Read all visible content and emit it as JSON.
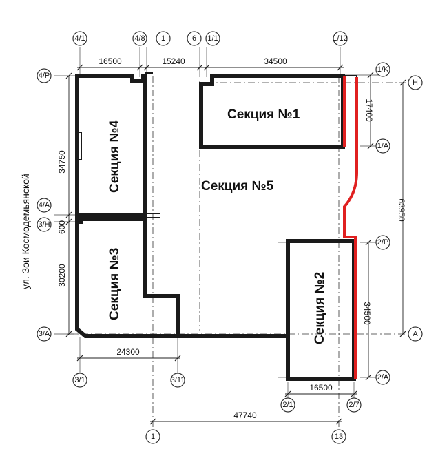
{
  "street": "ул. Зои Космодемьянской",
  "sections": {
    "s1": "Секция №1",
    "s2": "Секция №2",
    "s3": "Секция №3",
    "s4": "Секция №4",
    "s5": "Секция №5"
  },
  "axes": {
    "top": [
      "4/1",
      "4/8",
      "1",
      "6",
      "1/1",
      "1/12"
    ],
    "left": [
      "4/P",
      "4/A",
      "3/H",
      "3/A"
    ],
    "right": [
      "1/K",
      "1/A",
      "2/P",
      "2/A",
      "H",
      "A"
    ],
    "bottom": [
      "3/1",
      "3/11",
      "2/1",
      "2/7",
      "1",
      "13"
    ]
  },
  "dims": {
    "top_a": "16500",
    "top_b": "15240",
    "top_c": "34500",
    "left_a": "34750",
    "left_b": "600",
    "left_c": "30200",
    "right_a": "17400",
    "right_b": "63950",
    "right_c": "34500",
    "bottom_a": "24300",
    "bottom_b": "16500",
    "bottom_c": "47740"
  }
}
